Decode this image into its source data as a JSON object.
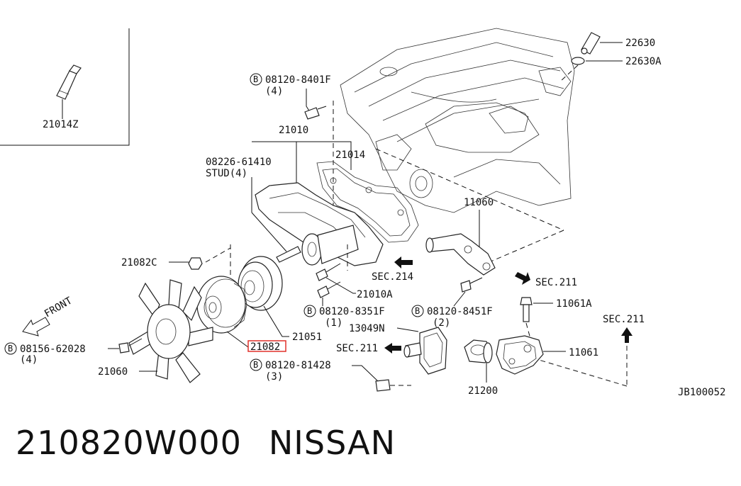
{
  "labels": {
    "p21014z": "21014Z",
    "p22630": "22630",
    "p22630a": "22630A",
    "p8401": "08120-8401F",
    "q4a": "(4)",
    "p21010": "21010",
    "p08226": "08226-61410",
    "stud": "STUD(4)",
    "p21014": "21014",
    "p11060": "11060",
    "p21082c": "21082C",
    "sec214": "SEC.214",
    "sec211a": "SEC.211",
    "front": "FRONT",
    "p21010a": "21010A",
    "p8351": "08120-8351F",
    "q1": "(1)",
    "p8451": "08120-8451F",
    "q2": "(2)",
    "p11061a": "11061A",
    "sec211b": "SEC.211",
    "p62028": "08156-62028",
    "q4b": "(4)",
    "p13049n": "13049N",
    "p21051": "21051",
    "p21082": "21082",
    "sec211c": "SEC.211",
    "p11061": "11061",
    "p81428": "08120-81428",
    "q3": "(3)",
    "p21060": "21060",
    "p21200": "21200",
    "diagram_id": "JB100052",
    "bolt_symbol": "B"
  },
  "footer": {
    "part_number": "210820W000",
    "brand": "NISSAN"
  },
  "colors": {
    "highlight": "#e0312a"
  }
}
